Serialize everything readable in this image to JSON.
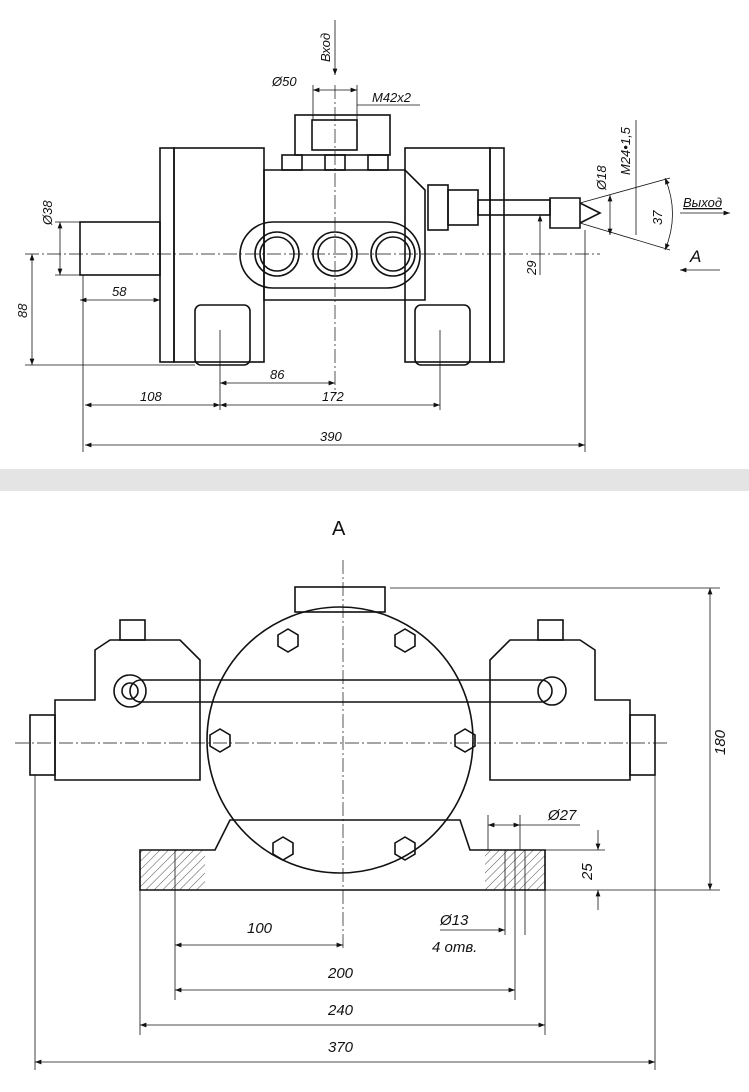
{
  "top_view": {
    "inlet_label": "Вход",
    "outlet_label": "Выход",
    "view_marker": "A",
    "dimensions": {
      "inlet_diameter": "Ø50",
      "inlet_thread": "M42x2",
      "outlet_diameter": "Ø18",
      "outlet_thread": "M24•1,5",
      "cone_angle": "37",
      "outlet_offset": "29",
      "shaft_diameter": "Ø38",
      "shaft_length": "58",
      "shaft_height": "88",
      "foot_to_center": "86",
      "left_to_foot": "108",
      "foot_spacing": "172",
      "overall_length": "390"
    }
  },
  "bottom_view": {
    "title": "A",
    "dimensions": {
      "overall_height": "180",
      "base_thickness": "25",
      "counterbore": "Ø27",
      "hole_diameter": "Ø13",
      "hole_count": "4 отв.",
      "half_spacing": "100",
      "hole_spacing": "200",
      "base_width": "240",
      "overall_width": "370"
    }
  }
}
